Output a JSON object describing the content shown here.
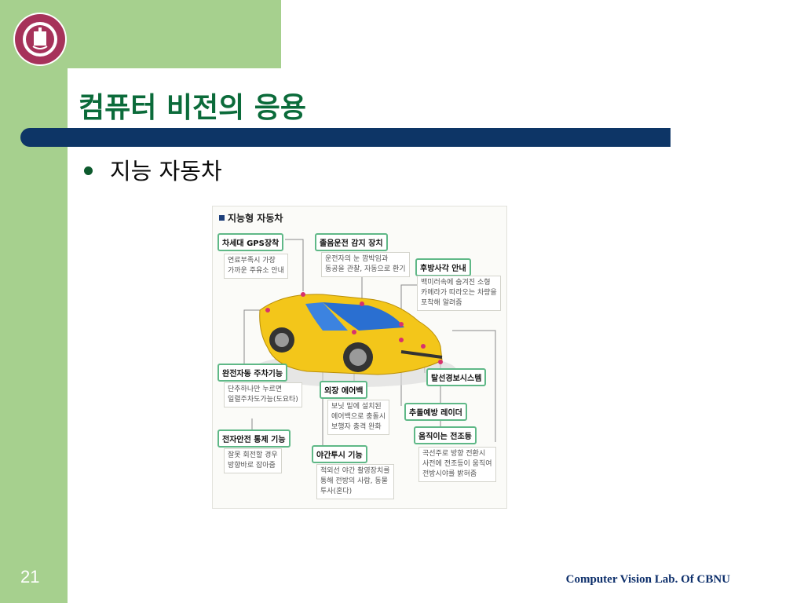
{
  "slide": {
    "title": "컴퓨터 비전의 응용",
    "bullet": "지능 자동차",
    "page_number": "21",
    "footer": "Computer Vision Lab. Of CBNU"
  },
  "figure": {
    "title": "지능형 자동차",
    "items": [
      {
        "label": "차세대 GPS장착",
        "desc": "연료부족시 가장\n가까운 주유소 안내"
      },
      {
        "label": "졸음운전 감지 장치",
        "desc": "운전자의 눈 깜박임과\n동공을 관찰, 자동으로 환기"
      },
      {
        "label": "후방사각 안내",
        "desc": "백미러속에 숨겨진 소형\n카메라가 따라오는 차량을\n포착해 알려줌"
      },
      {
        "label": "완전자동 주차기능",
        "desc": "단추하나만 누르면\n일렬주차도가능(도요타)"
      },
      {
        "label": "외장 에어백",
        "desc": "보닛 밑에 설치된\n에어백으로 충돌시\n보행자 충격 완화"
      },
      {
        "label": "탈선경보시스템",
        "desc": ""
      },
      {
        "label": "추돌예방 레이더",
        "desc": ""
      },
      {
        "label": "전자안전 통제 기능",
        "desc": "잘못 회전할 경우\n방향바로 잡아줌"
      },
      {
        "label": "야간투시 기능",
        "desc": "적외선 야간 촬영장치를\n통해 전방의 사람, 동물\n투사(혼다)"
      },
      {
        "label": "움직이는 전조등",
        "desc": "곡선주로 방향 전환시\n사전에 전조등이 움직여\n전방시야를 밝혀줌"
      }
    ]
  },
  "colors": {
    "accent_green": "#a6d08e",
    "title_green": "#0b6b3a",
    "bar_navy": "#0d3566",
    "car_yellow": "#f3c61a"
  }
}
